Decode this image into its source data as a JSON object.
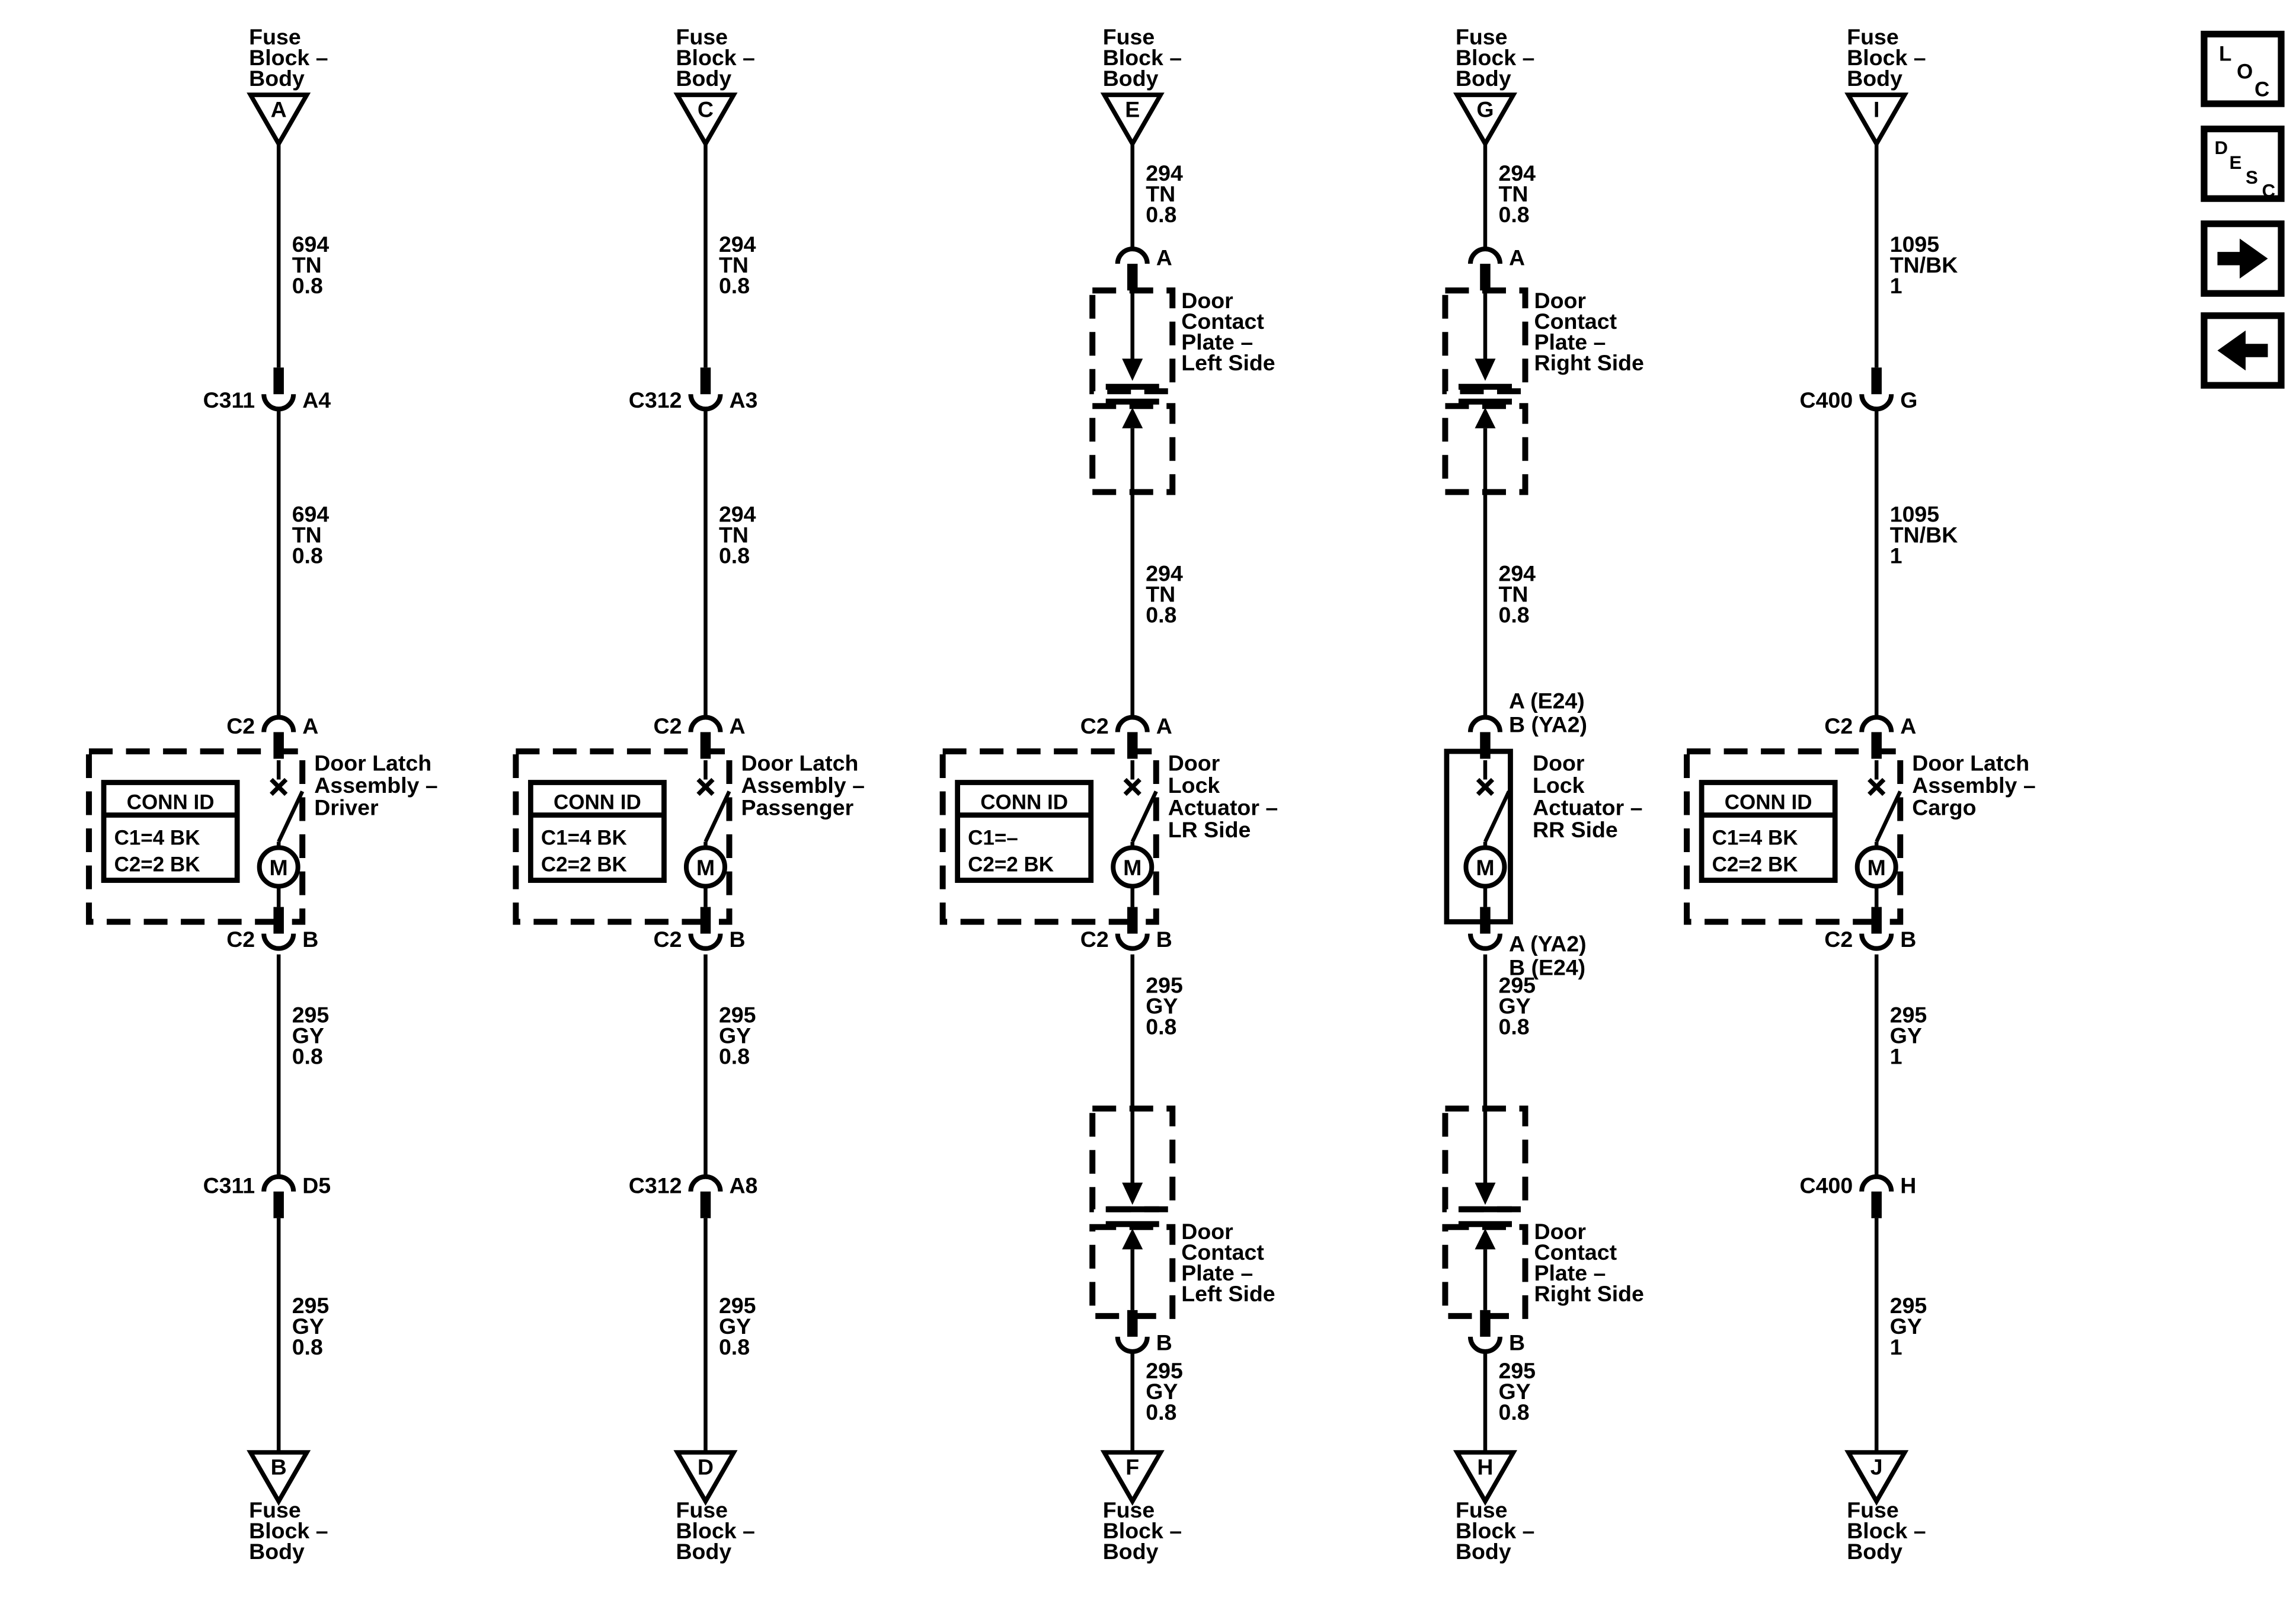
{
  "page": {
    "background": "#ffffff",
    "ink": "#000000"
  },
  "toolbar": {
    "loc": {
      "letters": [
        "L",
        "O",
        "C"
      ]
    },
    "desc": {
      "letters": [
        "D",
        "E",
        "S",
        "C"
      ]
    },
    "next": {
      "icon": "arrow-right"
    },
    "prev": {
      "icon": "arrow-left"
    }
  },
  "circuits": [
    {
      "id": "door-latch-driver",
      "top": {
        "lines": [
          "Fuse",
          "Block –",
          "Body"
        ],
        "ref": "A"
      },
      "wire1": [
        "694",
        "TN",
        "0.8"
      ],
      "conn1": {
        "left": "C311",
        "right": "A4"
      },
      "wire2": [
        "694",
        "TN",
        "0.8"
      ],
      "conn_top": {
        "left": "C2",
        "right": "A"
      },
      "component": {
        "style": "dashed",
        "label": [
          "Door Latch",
          "Assembly –",
          "Driver"
        ],
        "conn_id": {
          "header": "CONN ID",
          "rows": [
            "C1=4 BK",
            "C2=2 BK"
          ]
        }
      },
      "conn_bottom": {
        "left": "C2",
        "right": "B"
      },
      "wire3": [
        "295",
        "GY",
        "0.8"
      ],
      "conn4": {
        "left": "C311",
        "right": "D5"
      },
      "wire4": [
        "295",
        "GY",
        "0.8"
      ],
      "bottom": {
        "ref": "B",
        "lines": [
          "Fuse",
          "Block –",
          "Body"
        ]
      }
    },
    {
      "id": "door-latch-passenger",
      "top": {
        "lines": [
          "Fuse",
          "Block –",
          "Body"
        ],
        "ref": "C"
      },
      "wire1": [
        "294",
        "TN",
        "0.8"
      ],
      "conn1": {
        "left": "C312",
        "right": "A3"
      },
      "wire2": [
        "294",
        "TN",
        "0.8"
      ],
      "conn_top": {
        "left": "C2",
        "right": "A"
      },
      "component": {
        "style": "dashed",
        "label": [
          "Door Latch",
          "Assembly –",
          "Passenger"
        ],
        "conn_id": {
          "header": "CONN ID",
          "rows": [
            "C1=4 BK",
            "C2=2 BK"
          ]
        }
      },
      "conn_bottom": {
        "left": "C2",
        "right": "B"
      },
      "wire3": [
        "295",
        "GY",
        "0.8"
      ],
      "conn4": {
        "left": "C312",
        "right": "A8"
      },
      "wire4": [
        "295",
        "GY",
        "0.8"
      ],
      "bottom": {
        "ref": "D",
        "lines": [
          "Fuse",
          "Block –",
          "Body"
        ]
      }
    },
    {
      "id": "door-lock-actuator-lr",
      "top": {
        "lines": [
          "Fuse",
          "Block –",
          "Body"
        ],
        "ref": "E"
      },
      "wire1": [
        "294",
        "TN",
        "0.8"
      ],
      "top_plate": {
        "conn": "A",
        "label": [
          "Door",
          "Contact",
          "Plate –",
          "Left Side"
        ]
      },
      "wire2": [
        "294",
        "TN",
        "0.8"
      ],
      "conn_top": {
        "left": "C2",
        "right": "A"
      },
      "component": {
        "style": "dashed",
        "label": [
          "Door",
          "Lock",
          "Actuator –",
          "LR Side"
        ],
        "conn_id": {
          "header": "CONN ID",
          "rows": [
            "C1=–",
            "C2=2 BK"
          ]
        }
      },
      "conn_bottom": {
        "left": "C2",
        "right": "B"
      },
      "wire3": [
        "295",
        "GY",
        "0.8"
      ],
      "bottom_plate": {
        "conn": "B",
        "label": [
          "Door",
          "Contact",
          "Plate –",
          "Left Side"
        ]
      },
      "wire4": [
        "295",
        "GY",
        "0.8"
      ],
      "bottom": {
        "ref": "F",
        "lines": [
          "Fuse",
          "Block –",
          "Body"
        ]
      }
    },
    {
      "id": "door-lock-actuator-rr",
      "top": {
        "lines": [
          "Fuse",
          "Block –",
          "Body"
        ],
        "ref": "G"
      },
      "wire1": [
        "294",
        "TN",
        "0.8"
      ],
      "top_plate": {
        "conn": "A",
        "label": [
          "Door",
          "Contact",
          "Plate –",
          "Right Side"
        ]
      },
      "wire2": [
        "294",
        "TN",
        "0.8"
      ],
      "conn_top": {
        "right_lines": [
          "A (E24)",
          "B (YA2)"
        ]
      },
      "component": {
        "style": "solid",
        "label": [
          "Door",
          "Lock",
          "Actuator –",
          "RR Side"
        ],
        "conn_id": null
      },
      "conn_bottom": {
        "right_lines": [
          "A (YA2)",
          "B (E24)"
        ]
      },
      "wire3": [
        "295",
        "GY",
        "0.8"
      ],
      "bottom_plate": {
        "conn": "B",
        "label": [
          "Door",
          "Contact",
          "Plate –",
          "Right Side"
        ]
      },
      "wire4": [
        "295",
        "GY",
        "0.8"
      ],
      "bottom": {
        "ref": "H",
        "lines": [
          "Fuse",
          "Block –",
          "Body"
        ]
      }
    },
    {
      "id": "door-latch-cargo",
      "top": {
        "lines": [
          "Fuse",
          "Block –",
          "Body"
        ],
        "ref": "I"
      },
      "wire1": [
        "1095",
        "TN/BK",
        "1"
      ],
      "conn1": {
        "left": "C400",
        "right": "G"
      },
      "wire2": [
        "1095",
        "TN/BK",
        "1"
      ],
      "conn_top": {
        "left": "C2",
        "right": "A"
      },
      "component": {
        "style": "dashed",
        "label": [
          "Door Latch",
          "Assembly –",
          "Cargo"
        ],
        "conn_id": {
          "header": "CONN ID",
          "rows": [
            "C1=4 BK",
            "C2=2 BK"
          ]
        }
      },
      "conn_bottom": {
        "left": "C2",
        "right": "B"
      },
      "wire3": [
        "295",
        "GY",
        "1"
      ],
      "conn4": {
        "left": "C400",
        "right": "H"
      },
      "wire4": [
        "295",
        "GY",
        "1"
      ],
      "bottom": {
        "ref": "J",
        "lines": [
          "Fuse",
          "Block –",
          "Body"
        ]
      }
    }
  ]
}
